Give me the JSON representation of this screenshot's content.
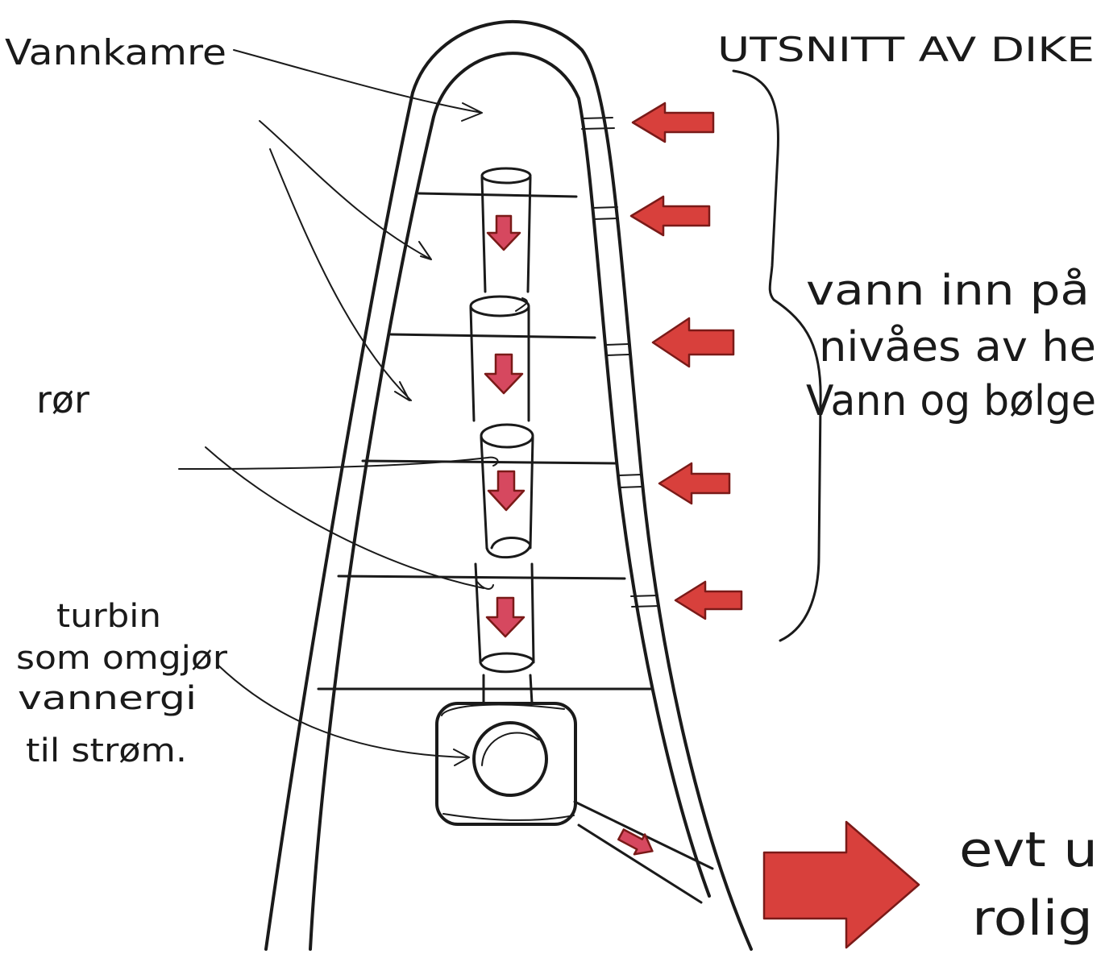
{
  "title": "UTSNITT AV DIKE",
  "labels": {
    "chambers": "Vannkamre",
    "pipe": "rør",
    "turbine": [
      "turbin",
      "som omgjør",
      "vannergi",
      "til strøm."
    ],
    "inflow": [
      "vann inn på",
      "nivåes av he",
      "Vann og bølge"
    ],
    "outflow": [
      "evt u",
      "rolig"
    ]
  },
  "colors": {
    "ink": "#1a1a1a",
    "arrow": "#d8403c",
    "arrow_edge": "#7a1a18",
    "pipe_arrow": "#d6485f",
    "paper": "#ffffff"
  },
  "icons": {
    "inflow_arrows": "left-arrow-icon",
    "pipe_arrows": "down-arrow-icon",
    "outflow_arrow": "right-arrow-icon"
  }
}
